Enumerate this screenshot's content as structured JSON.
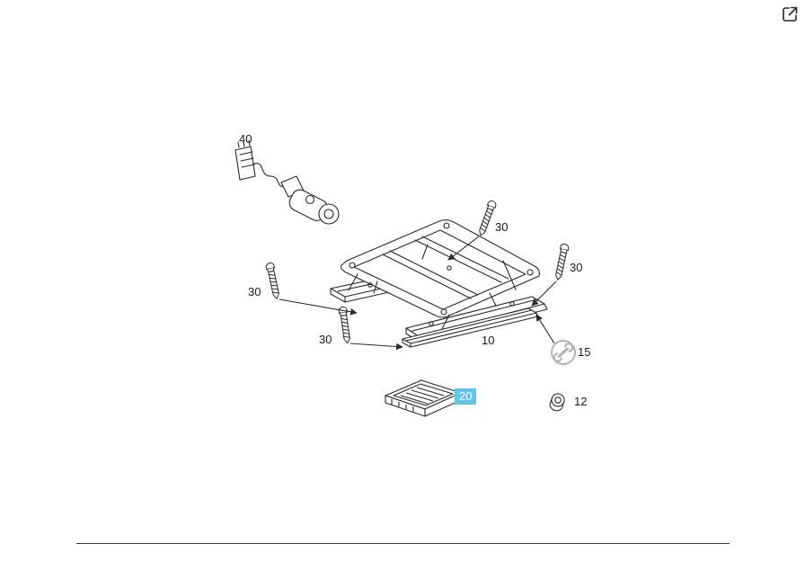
{
  "icons": {
    "top_right": "open-external-icon",
    "tool": "wrench-icon"
  },
  "colors": {
    "background": "#ffffff",
    "line": "#2a2a2a",
    "muted": "#b4b4b4",
    "highlight_bg": "#64c3e6",
    "highlight_text": "#ffffff"
  },
  "diagram": {
    "callouts": {
      "motor_assembly": "40",
      "screw_top": "30",
      "screw_right": "30",
      "screw_left": "30",
      "screw_bottom": "30",
      "seat_rail": "10",
      "tool_wrench": "15",
      "control_module": "20",
      "sleeve": "12"
    },
    "selected_callout": "20"
  }
}
